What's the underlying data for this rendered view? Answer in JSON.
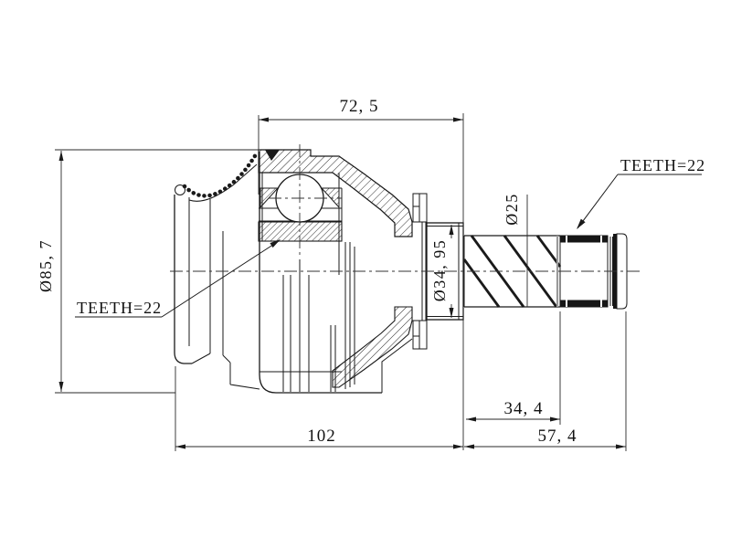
{
  "page": {
    "background": "#ffffff",
    "ink": "#1a1a1a"
  },
  "drawing": {
    "type": "technical-cross-section",
    "subject": "CV joint drive shaft - sectional drawing",
    "dimensions": {
      "width_top": "72, 5",
      "outer_diameter": "Ø85, 7",
      "total_length": "102",
      "spline_length": "34, 4",
      "shaft_length": "57, 4",
      "shaft_diameter": "Ø25",
      "pilot_diameter": "Ø34, 95"
    },
    "annotations": {
      "teeth_inner": "TEETH=22",
      "teeth_outer": "TEETH=22"
    }
  }
}
